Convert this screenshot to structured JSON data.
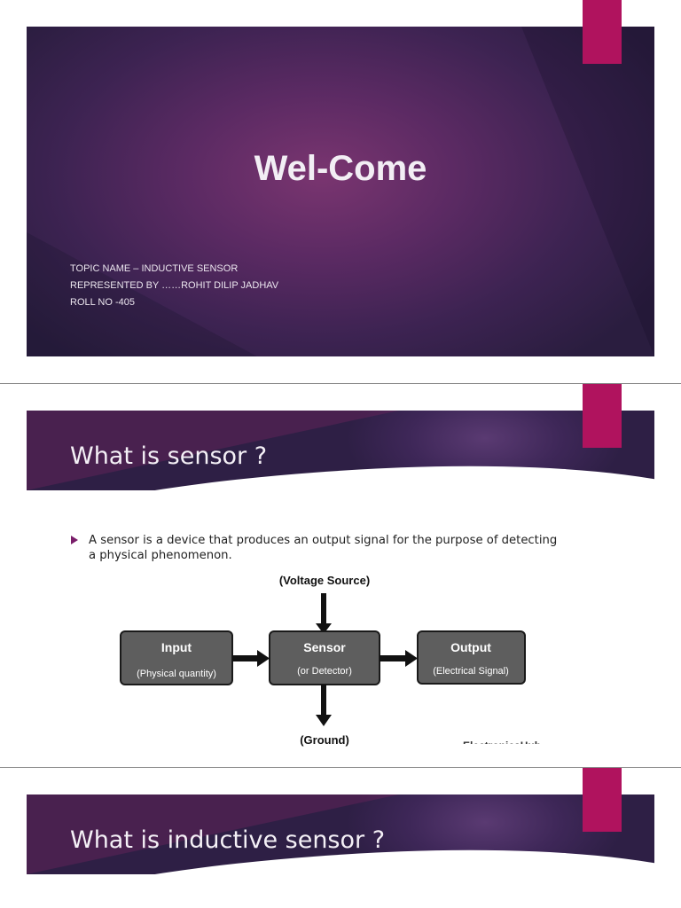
{
  "slide1": {
    "title": "Wel-Come",
    "meta_lines": [
      "TOPIC NAME –  INDUCTIVE SENSOR",
      "REPRESENTED BY ……ROHIT DILIP JADHAV",
      "ROLL NO -405"
    ]
  },
  "slide2": {
    "title": "What is  sensor ?",
    "bullet": "A sensor is a device that produces an output signal for the purpose of detecting a physical phenomenon.",
    "diagram": {
      "top_label": "(Voltage Source)",
      "bottom_label": "(Ground)",
      "boxes": [
        {
          "title": "Input",
          "sub": "(Physical quantity)"
        },
        {
          "title": "Sensor",
          "sub": "(or Detector)"
        },
        {
          "title": "Output",
          "sub": "(Electrical Signal)"
        }
      ],
      "watermark": "ElectronicsHub"
    }
  },
  "slide3": {
    "title": "What is inductive sensor ?"
  },
  "colors": {
    "accent_tab": "#b0135e",
    "slide_dark": "#2e1f45",
    "slide_mid": "#5b2a63",
    "box_fill": "#5e5e5e"
  }
}
